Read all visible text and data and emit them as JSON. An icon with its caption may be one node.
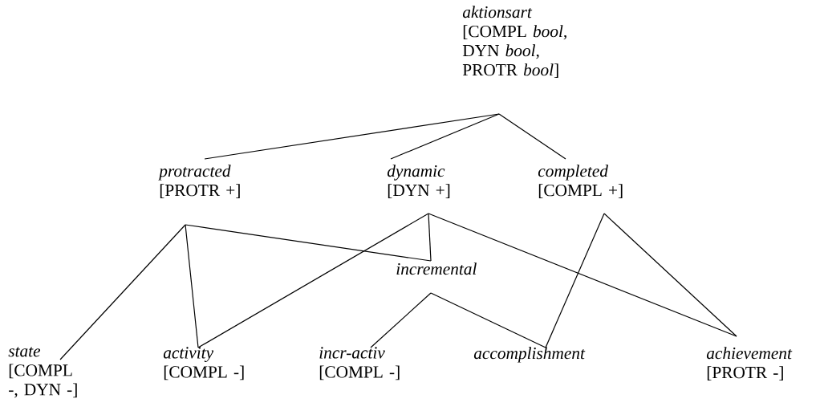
{
  "diagram": {
    "nodes": [
      {
        "text": [
          "aktionsart",
          "[COMPL *bool*, DYN *bool*, PROTR *bool*]"
        ]
      },
      {
        "text": [
          "protracted",
          "[PROTR +]"
        ]
      },
      {
        "text": [
          "dynamic",
          "[DYN +]"
        ]
      },
      {
        "text": [
          "completed",
          "[COMPL +]"
        ]
      },
      {
        "text": [
          "incremental"
        ]
      },
      {
        "text": [
          "state",
          "[COMPL -, DYN -]"
        ]
      },
      {
        "text": [
          "activity",
          "[COMPL -]"
        ]
      },
      {
        "text": [
          "incr-activ",
          "[COMPL -]"
        ]
      },
      {
        "text": [
          "accomplishment"
        ]
      },
      {
        "text": [
          "achievement",
          "[PROTR -]"
        ]
      }
    ],
    "edges": [
      {
        "from": 0,
        "to": 1,
        "arrow": "none"
      },
      {
        "from": 0,
        "to": 2,
        "arrow": "none"
      },
      {
        "from": 0,
        "to": 3,
        "arrow": "none"
      },
      {
        "from": 1,
        "to": 5,
        "arrow": "none"
      },
      {
        "from": 1,
        "to": 6,
        "arrow": "none"
      },
      {
        "from": 1,
        "to": 4,
        "arrow": "none"
      },
      {
        "from": 2,
        "to": 6,
        "arrow": "none"
      },
      {
        "from": 2,
        "to": 4,
        "arrow": "none"
      },
      {
        "from": 2,
        "to": 9,
        "arrow": "none"
      },
      {
        "from": 3,
        "to": 8,
        "arrow": "none"
      },
      {
        "from": 3,
        "to": 9,
        "arrow": "none"
      },
      {
        "from": 4,
        "to": 7,
        "arrow": "none"
      },
      {
        "from": 4,
        "to": 8,
        "arrow": "none"
      }
    ]
  }
}
